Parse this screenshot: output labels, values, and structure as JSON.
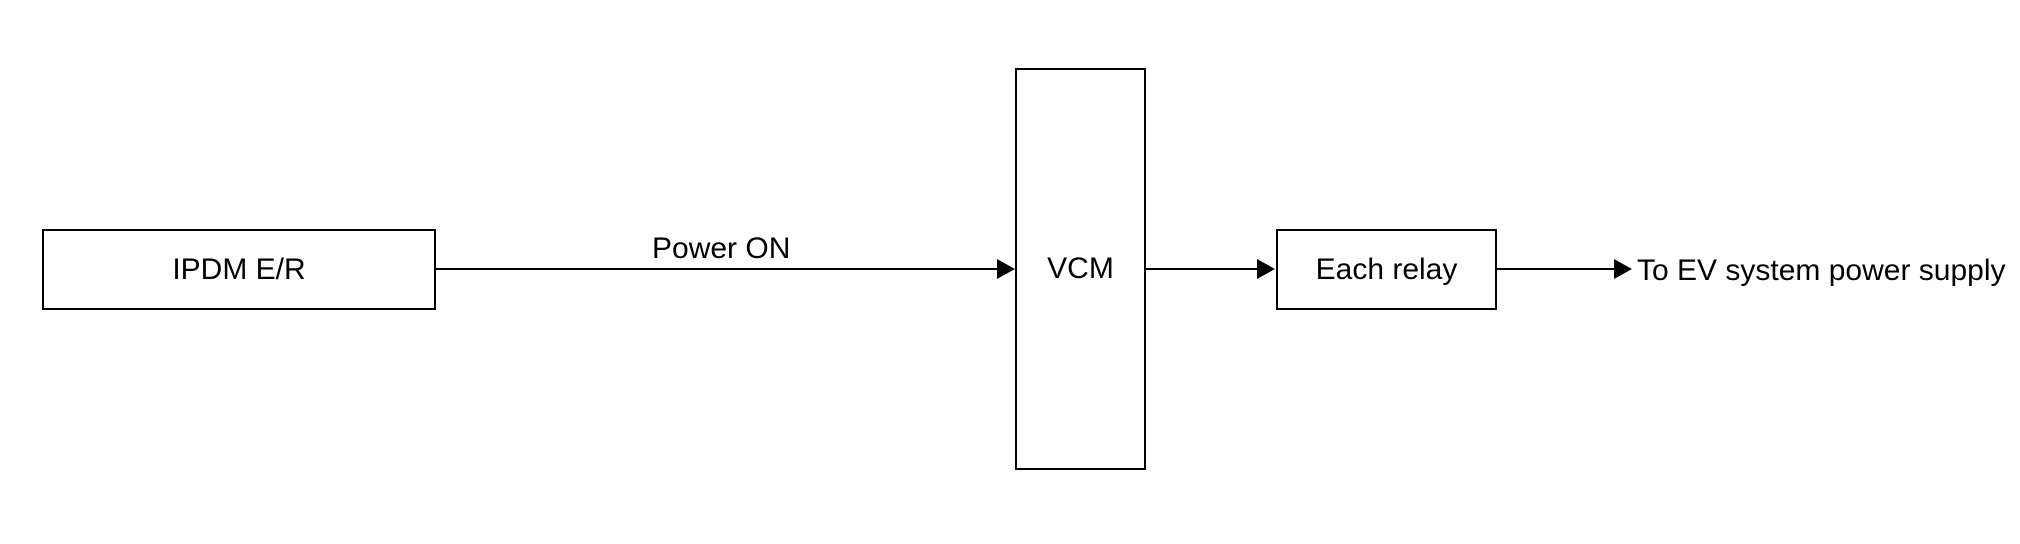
{
  "diagram": {
    "nodes": {
      "ipdm": "IPDM E/R",
      "vcm": "VCM",
      "relay": "Each relay"
    },
    "edges": {
      "ipdm_to_vcm": "Power ON",
      "relay_to_output": "To EV system power supply"
    },
    "colors": {
      "line": "#000000",
      "box_fill": "#ffffff"
    }
  }
}
